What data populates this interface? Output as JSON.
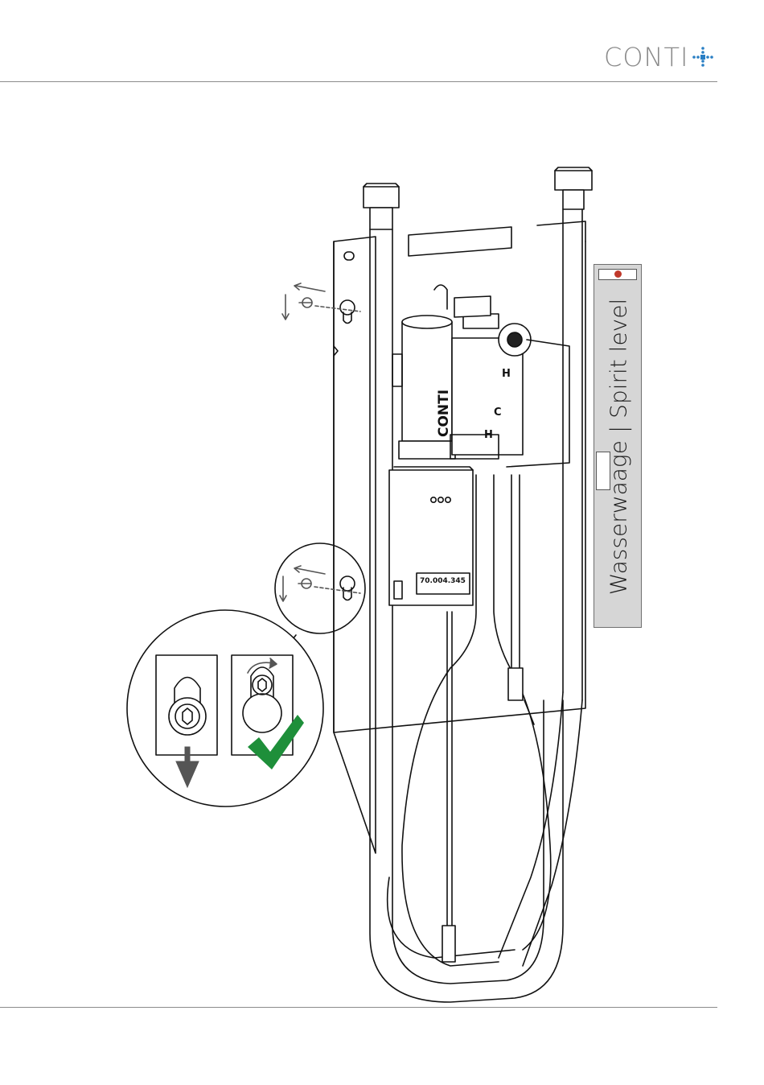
{
  "header": {
    "logo_text": "CONTI",
    "logo_icon": "conti-plus-icon",
    "logo_accent": "#2a7fc4"
  },
  "level": {
    "label": "Wasserwaage | Spirit level"
  },
  "module": {
    "brand_text": "CONTI",
    "label_code": "70.004.345",
    "hot_mark": "H",
    "cold_mark": "C"
  },
  "icons": {
    "arrow": "arrow-icon",
    "check": "checkmark-icon",
    "rotate": "rotate-icon"
  },
  "colors": {
    "check": "#1e8f3a",
    "line": "#111111",
    "level_bg": "#d6d6d6",
    "rule": "#8c8c8c"
  }
}
